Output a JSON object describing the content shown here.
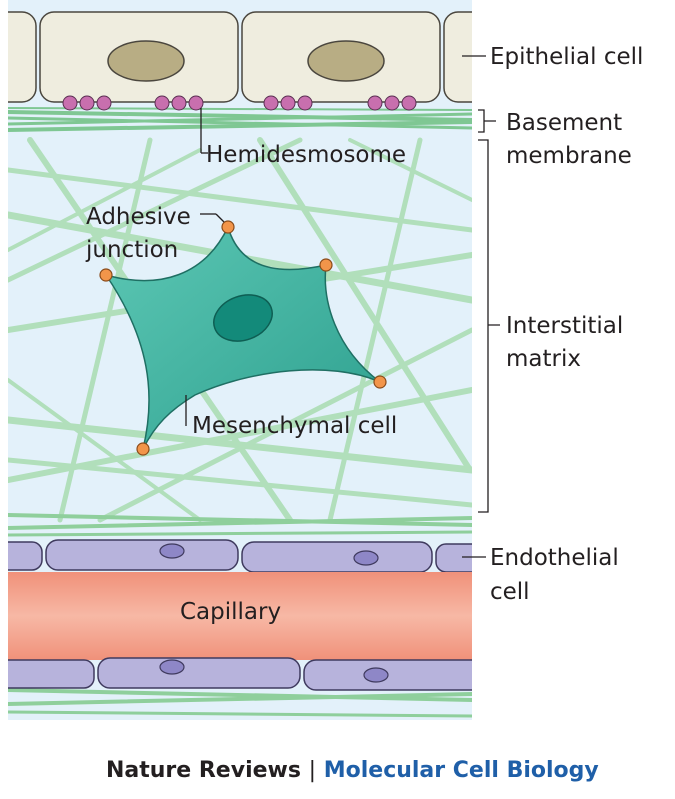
{
  "labels": {
    "epithelial_cell": "Epithelial cell",
    "basement_membrane_line1": "Basement",
    "basement_membrane_line2": "membrane",
    "hemidesmosome": "Hemidesmosome",
    "adhesive_junction_line1": "Adhesive",
    "adhesive_junction_line2": "junction",
    "interstitial_matrix_line1": "Interstitial",
    "interstitial_matrix_line2": "matrix",
    "mesenchymal_cell": "Mesenchymal cell",
    "endothelial_cell_line1": "Endothelial",
    "endothelial_cell_line2": "cell",
    "capillary": "Capillary"
  },
  "footer": {
    "journal": "Nature Reviews",
    "separator": "|",
    "section": "Molecular Cell Biology"
  },
  "colors": {
    "epithelial_fill": "#efeddf",
    "nucleus_fill": "#b8ad84",
    "hemidesmosome": "#c86fae",
    "matrix_background": "#e3f1fa",
    "fiber": "#8fcf9c",
    "mesenchymal_cell": "#3db5a3",
    "adhesive_junction": "#f2954a",
    "endothelial_cell": "#b7b3dc",
    "capillary": "#f4a38d",
    "section_blue": "#1f5fa8"
  }
}
